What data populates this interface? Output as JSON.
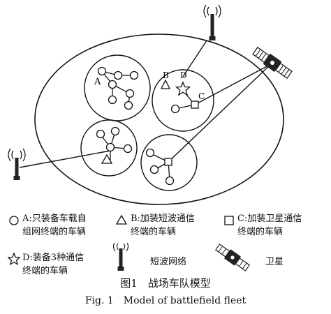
{
  "nodes": {
    "a_label": "A",
    "b_label": "B",
    "c_label": "C",
    "d_label": "D"
  },
  "legend": {
    "a_line1": "A:只装备车载自",
    "a_line2": "组网终端的车辆",
    "b_line1": "B:加装短波通信",
    "b_line2": "终端的车辆",
    "c_line1": "C:加装卫星通信",
    "c_line2": "终端的车辆",
    "d_line1": "D:装备3种通信",
    "d_line2": "终端的车辆",
    "shortwave": "短波网络",
    "satellite": "卫星"
  },
  "caption": {
    "cn": "图1　战场车队模型",
    "en": "Fig. 1　Model of battlefield fleet"
  }
}
